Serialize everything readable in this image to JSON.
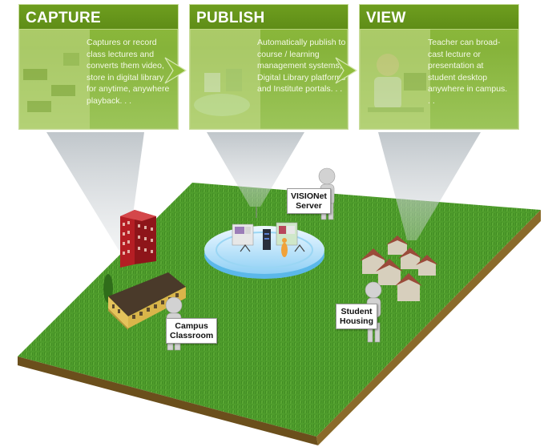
{
  "panels": [
    {
      "title": "CAPTURE",
      "description": "Captures or record class lectures and converts them video, store in digital library for anytime, anywhere playback. . ."
    },
    {
      "title": "PUBLISH",
      "description": "Automatically publish to course / learning management systems, Digital Library platforms and Institute portals. . ."
    },
    {
      "title": "VIEW",
      "description": "Teacher can broad-cast lecture or presentation at student desktop anywhere in campus. . ."
    }
  ],
  "labels": {
    "server": [
      "VISIONet",
      "Server"
    ],
    "classroom": [
      "Campus",
      "Classroom"
    ],
    "housing": [
      "Student",
      "Housing"
    ]
  },
  "colors": {
    "panel_green": "#8fbd3c",
    "title_green": "#5f8d17",
    "grass": "#4c9a2a",
    "soil": "#8a6a2a"
  }
}
